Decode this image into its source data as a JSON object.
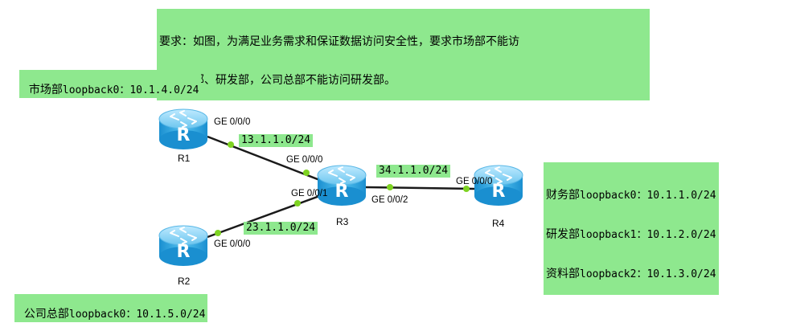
{
  "requirement": {
    "line1": "要求：如图，为满足业务需求和保证数据访问安全性，要求市场部不能访",
    "line2": "问财务部、研发部，公司总部不能访问研发部。"
  },
  "departments": {
    "market": {
      "name": "市场部",
      "addr": "loopback0：10.1.4.0/24"
    },
    "hq": {
      "name": "公司总部",
      "addr": "loopback0：10.1.5.0/24"
    },
    "finance": {
      "name": "财务部",
      "addr": "loopback0：10.1.1.0/24"
    },
    "rnd": {
      "name": "研发部",
      "addr": "loopback1：10.1.2.0/24"
    },
    "data": {
      "name": "资料部",
      "addr": "loopback2：10.1.3.0/24"
    }
  },
  "routers": {
    "r1": {
      "label": "R1",
      "port": "GE 0/0/0"
    },
    "r2": {
      "label": "R2",
      "port": "GE 0/0/0"
    },
    "r3": {
      "label": "R3",
      "port_to_r1": "GE 0/0/0",
      "port_to_r2": "GE 0/0/1",
      "port_to_r4": "GE 0/0/2"
    },
    "r4": {
      "label": "R4",
      "port": "GE 0/0/0"
    }
  },
  "links": {
    "r1_r3": "13.1.1.0/24",
    "r2_r3": "23.1.1.0/24",
    "r3_r4": "34.1.1.0/24"
  },
  "colors": {
    "label_bg": "#8ee88e",
    "link_line": "#1a1a1a",
    "port_dot": "#7ed321",
    "router_body": "#3fb3e6"
  },
  "icons": {
    "router": "router-icon"
  }
}
